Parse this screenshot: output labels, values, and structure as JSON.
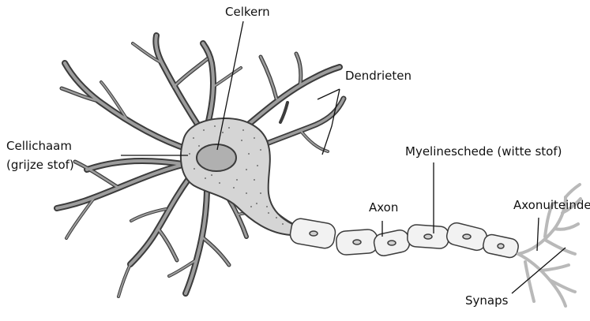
{
  "labels": {
    "celkern": "Celkern",
    "dendrieten": "Dendrieten",
    "cellichaam_line1": "Cellichaam",
    "cellichaam_line2": "(grijze stof)",
    "myelineschede": "Myelineschede (witte stof)",
    "axon": "Axon",
    "axonuiteinde": "Axonuiteinde",
    "synaps": "Synaps"
  },
  "colors": {
    "cell_body_fill": "#d5d5d5",
    "cell_outline": "#3c3c3c",
    "nucleus_fill": "#b0b0b0",
    "myelin_fill": "#f2f2f2",
    "terminal_fill": "#b9b9b9",
    "label_text": "#111111"
  }
}
